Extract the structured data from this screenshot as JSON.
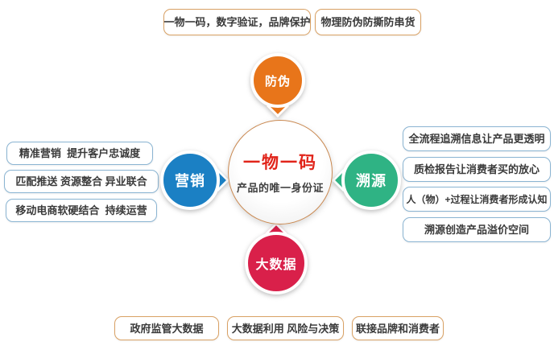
{
  "center": {
    "title": "一物一码",
    "subtitle": "产品的唯一身份证",
    "title_color": "#e1251b",
    "border_color": "#c98850"
  },
  "nodes": [
    {
      "id": "anti-counterfeit",
      "label": "防伪",
      "color": "#e8751a"
    },
    {
      "id": "marketing",
      "label": "营销",
      "color": "#1b80c4"
    },
    {
      "id": "traceability",
      "label": "溯源",
      "color": "#2fb384"
    },
    {
      "id": "big-data",
      "label": "大数据",
      "color": "#d9204a"
    }
  ],
  "callouts": {
    "top": {
      "border_color": "#d9a164",
      "items": [
        "一物一码，数字验证，品牌保护",
        "物理防伪防撕防串货"
      ]
    },
    "left": {
      "border_color": "#8ab4d2",
      "items": [
        "精准营销  提升客户忠诚度",
        "匹配推送 资源整合 异业联合",
        "移动电商软硬结合  持续运营"
      ]
    },
    "right": {
      "border_color": "#8ab4d2",
      "items": [
        "全流程追溯信息让产品更透明",
        "质检报告让消费者买的放心",
        "人（物）+过程让消费者形成认知",
        "溯源创造产品溢价空间"
      ]
    },
    "bottom": {
      "border_color": "#d9a164",
      "items": [
        "政府监管大数据",
        "大数据利用 风险与决策",
        "联接品牌和消费者"
      ]
    }
  }
}
